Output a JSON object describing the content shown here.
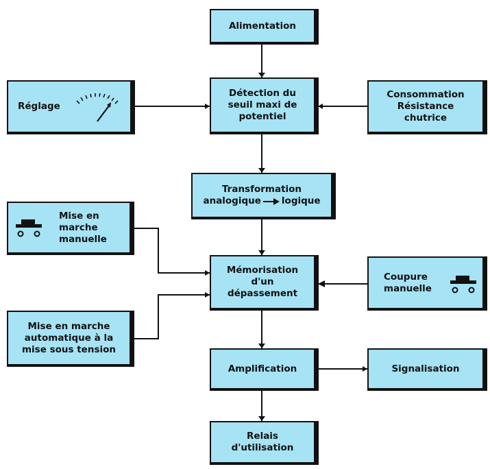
{
  "colors": {
    "box_fill": "#a6e3f5",
    "ink": "#111111",
    "background": "#ffffff"
  },
  "blocks": {
    "alimentation": "Alimentation",
    "reglage": "Réglage",
    "detection": "Détection du\nseuil maxi de\npotentiel",
    "consommation": "Consommation\nRésistance\nchutrice",
    "transformation_line1": "Transformation",
    "transformation_left": "analogique",
    "transformation_right": "logique",
    "mise_manuelle": "Mise en\nmarche\nmanuelle",
    "memorisation": "Mémorisation\nd'un\ndépassement",
    "coupure": "Coupure\nmanuelle",
    "mise_auto": "Mise en marche\nautomatique à la\nmise sous tension",
    "amplification": "Amplification",
    "signalisation": "Signalisation",
    "relais": "Relais\nd'utilisation"
  },
  "icons": {
    "reglage": "dial-gauge-icon",
    "mise_manuelle": "push-button-icon",
    "coupure": "push-button-icon"
  }
}
